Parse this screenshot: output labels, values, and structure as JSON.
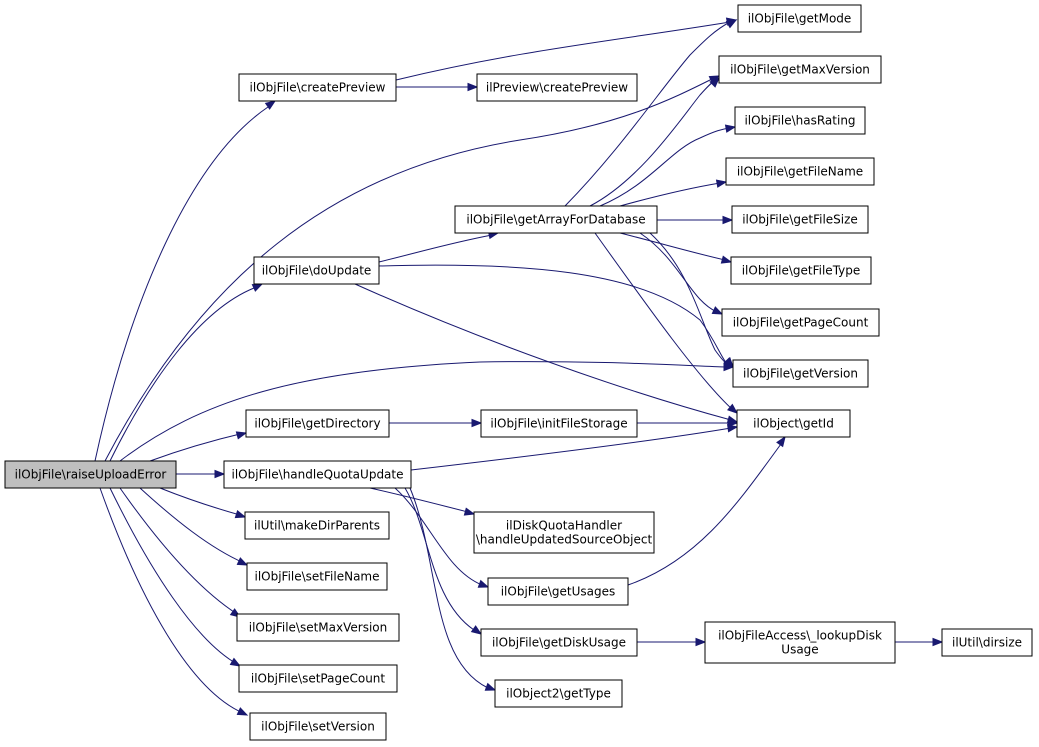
{
  "graph": {
    "root": "raiseUploadError",
    "nodes": [
      {
        "id": "raiseUploadError",
        "label": [
          "ilObjFile\\raiseUploadError"
        ],
        "root": true
      },
      {
        "id": "createPreview",
        "label": [
          "ilObjFile\\createPreview"
        ]
      },
      {
        "id": "previewCreate",
        "label": [
          "ilPreview\\createPreview"
        ]
      },
      {
        "id": "doUpdate",
        "label": [
          "ilObjFile\\doUpdate"
        ]
      },
      {
        "id": "getArrayForDatabase",
        "label": [
          "ilObjFile\\getArrayForDatabase"
        ]
      },
      {
        "id": "getDirectory",
        "label": [
          "ilObjFile\\getDirectory"
        ]
      },
      {
        "id": "initFileStorage",
        "label": [
          "ilObjFile\\initFileStorage"
        ]
      },
      {
        "id": "handleQuotaUpdate",
        "label": [
          "ilObjFile\\handleQuotaUpdate"
        ]
      },
      {
        "id": "makeDirParents",
        "label": [
          "ilUtil\\makeDirParents"
        ]
      },
      {
        "id": "setFileName",
        "label": [
          "ilObjFile\\setFileName"
        ]
      },
      {
        "id": "setMaxVersion",
        "label": [
          "ilObjFile\\setMaxVersion"
        ]
      },
      {
        "id": "setPageCount",
        "label": [
          "ilObjFile\\setPageCount"
        ]
      },
      {
        "id": "setVersion",
        "label": [
          "ilObjFile\\setVersion"
        ]
      },
      {
        "id": "getMode",
        "label": [
          "ilObjFile\\getMode"
        ]
      },
      {
        "id": "getMaxVersion",
        "label": [
          "ilObjFile\\getMaxVersion"
        ]
      },
      {
        "id": "hasRating",
        "label": [
          "ilObjFile\\hasRating"
        ]
      },
      {
        "id": "getFileName",
        "label": [
          "ilObjFile\\getFileName"
        ]
      },
      {
        "id": "getFileSize",
        "label": [
          "ilObjFile\\getFileSize"
        ]
      },
      {
        "id": "getFileType",
        "label": [
          "ilObjFile\\getFileType"
        ]
      },
      {
        "id": "getPageCount",
        "label": [
          "ilObjFile\\getPageCount"
        ]
      },
      {
        "id": "getVersion",
        "label": [
          "ilObjFile\\getVersion"
        ]
      },
      {
        "id": "getId",
        "label": [
          "ilObject\\getId"
        ]
      },
      {
        "id": "diskQuota",
        "label": [
          "ilDiskQuotaHandler",
          "\\handleUpdatedSourceObject"
        ]
      },
      {
        "id": "getUsages",
        "label": [
          "ilObjFile\\getUsages"
        ]
      },
      {
        "id": "getDiskUsage",
        "label": [
          "ilObjFile\\getDiskUsage"
        ]
      },
      {
        "id": "lookupDiskUsage",
        "label": [
          "ilObjFileAccess\\_lookupDisk",
          "Usage"
        ]
      },
      {
        "id": "dirsize",
        "label": [
          "ilUtil\\dirsize"
        ]
      },
      {
        "id": "getType",
        "label": [
          "ilObject2\\getType"
        ]
      }
    ],
    "edges": [
      [
        "raiseUploadError",
        "createPreview"
      ],
      [
        "raiseUploadError",
        "getMaxVersion"
      ],
      [
        "raiseUploadError",
        "doUpdate"
      ],
      [
        "raiseUploadError",
        "getVersion"
      ],
      [
        "raiseUploadError",
        "getDirectory"
      ],
      [
        "raiseUploadError",
        "handleQuotaUpdate"
      ],
      [
        "raiseUploadError",
        "makeDirParents"
      ],
      [
        "raiseUploadError",
        "setFileName"
      ],
      [
        "raiseUploadError",
        "setMaxVersion"
      ],
      [
        "raiseUploadError",
        "setPageCount"
      ],
      [
        "raiseUploadError",
        "setVersion"
      ],
      [
        "createPreview",
        "getMode"
      ],
      [
        "createPreview",
        "previewCreate"
      ],
      [
        "doUpdate",
        "getArrayForDatabase"
      ],
      [
        "doUpdate",
        "getVersion"
      ],
      [
        "doUpdate",
        "getId"
      ],
      [
        "getArrayForDatabase",
        "getMode"
      ],
      [
        "getArrayForDatabase",
        "getMaxVersion"
      ],
      [
        "getArrayForDatabase",
        "hasRating"
      ],
      [
        "getArrayForDatabase",
        "getFileName"
      ],
      [
        "getArrayForDatabase",
        "getFileSize"
      ],
      [
        "getArrayForDatabase",
        "getFileType"
      ],
      [
        "getArrayForDatabase",
        "getPageCount"
      ],
      [
        "getArrayForDatabase",
        "getVersion"
      ],
      [
        "getArrayForDatabase",
        "getId"
      ],
      [
        "getDirectory",
        "initFileStorage"
      ],
      [
        "initFileStorage",
        "getId"
      ],
      [
        "handleQuotaUpdate",
        "getId"
      ],
      [
        "handleQuotaUpdate",
        "diskQuota"
      ],
      [
        "handleQuotaUpdate",
        "getUsages"
      ],
      [
        "handleQuotaUpdate",
        "getDiskUsage"
      ],
      [
        "handleQuotaUpdate",
        "getType"
      ],
      [
        "getUsages",
        "getId"
      ],
      [
        "getDiskUsage",
        "lookupDiskUsage"
      ],
      [
        "lookupDiskUsage",
        "dirsize"
      ]
    ]
  }
}
